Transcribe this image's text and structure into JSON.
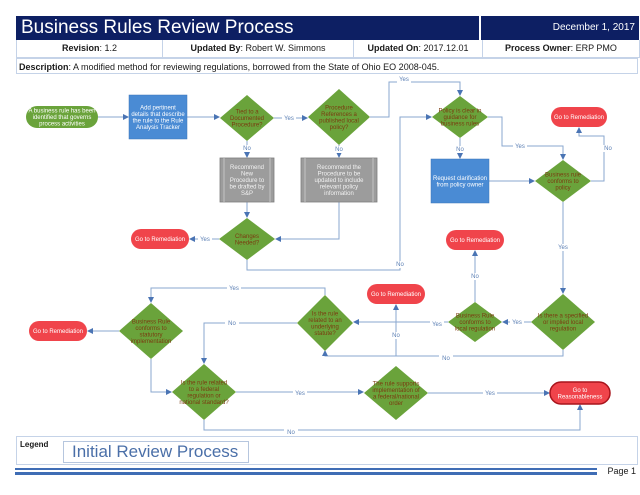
{
  "header": {
    "title": "Business Rules Review Process",
    "date": "December 1, 2017",
    "revision_label": "Revision",
    "revision_value": ": 1.2",
    "updated_by_label": "Updated By",
    "updated_by_value": ": Robert W. Simmons",
    "updated_on_label": "Updated On",
    "updated_on_value": ": 2017.12.01",
    "owner_label": "Process Owner",
    "owner_value": ": ERP PMO",
    "description_label": "Description",
    "description_value": ": A modified method for reviewing regulations, borrowed from the State of Ohio EO 2008-045."
  },
  "colors": {
    "title_bg": "#0d1f63",
    "start_green": "#6aa33b",
    "process_blue": "#4a8bd4",
    "decision_green": "#6aa33b",
    "decision_text": "#7a3b10",
    "subprocess_gray": "#9c9c9c",
    "terminal_red": "#f0444b",
    "connector": "#8aa7cf"
  },
  "nodes": {
    "start": [
      "A business rule has been",
      "identified that governs",
      "process activities"
    ],
    "add_details": [
      "Add pertinent",
      "details that describe",
      "the rule to the Rule",
      "Analysis Tracker"
    ],
    "tied_doc": [
      "Tied to a",
      "Documented",
      "Procedure?"
    ],
    "proc_refs": [
      "Procedure",
      "References a",
      "published local",
      "policy?"
    ],
    "policy_clear": [
      "Policy is clear in",
      "guidance for",
      "business rules"
    ],
    "remediation_1": "Go to Remediation",
    "recommend_new": [
      "Recommend",
      "New",
      "Procedure to",
      "be drafted by",
      "S&P"
    ],
    "recommend_update": [
      "Recommend the",
      "Procedure to be",
      "updated to include",
      "relevant policy",
      "information"
    ],
    "request_clarify": [
      "Request clarification",
      "from policy owner"
    ],
    "conforms_policy": [
      "Business rule",
      "conforms to",
      "policy"
    ],
    "remediation_2": "Go to Remediation",
    "changes_needed": [
      "Changes",
      "Needed?"
    ],
    "remediation_3": "Go to Remediation",
    "remediation_4": "Go to Remediation",
    "conforms_statutory": [
      "Business Rule",
      "conforms to",
      "statutory",
      "implementation"
    ],
    "related_statute": [
      "Is the rule",
      "related to an",
      "underlying",
      "statute?"
    ],
    "conforms_local": [
      "Business Rule",
      "conforms to",
      "local regulation"
    ],
    "specified_local": [
      "Is there a specified",
      "or implied local",
      "regulation"
    ],
    "remediation_5": "Go to Remediation",
    "federal_related": [
      "Is the rule related",
      "to a federal",
      "regulation or",
      "national standard?"
    ],
    "supports_federal": [
      "The rule supports",
      "implementation of",
      "a federal/national",
      "order"
    ],
    "reasonableness": [
      "Go to",
      "Reasonableness"
    ]
  },
  "labels": {
    "yes": "Yes",
    "no": "No"
  },
  "legend": {
    "label": "Legend",
    "title": "Initial Review Process"
  },
  "footer": {
    "page": "Page 1"
  }
}
